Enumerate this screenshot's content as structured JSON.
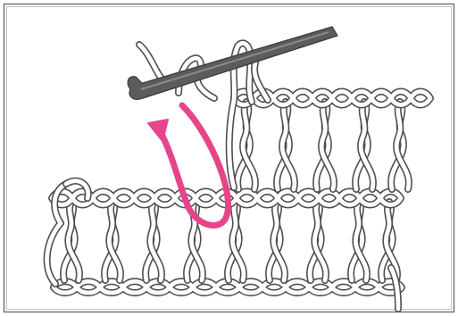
{
  "diagram": {
    "colors": {
      "paper": "#ffffff",
      "border": "#6f6f6f",
      "yarn_stroke": "#4f4f4f",
      "yarn_fill": "#ffffff",
      "hook": "#5c5c5c",
      "hook_highlight": "#8a8a8a",
      "arrow": "#e6458c"
    },
    "parts": {
      "hook": "crochet-hook",
      "arrow": "insertion-direction-arrow",
      "fabric": "crochet-fabric-rows"
    }
  }
}
